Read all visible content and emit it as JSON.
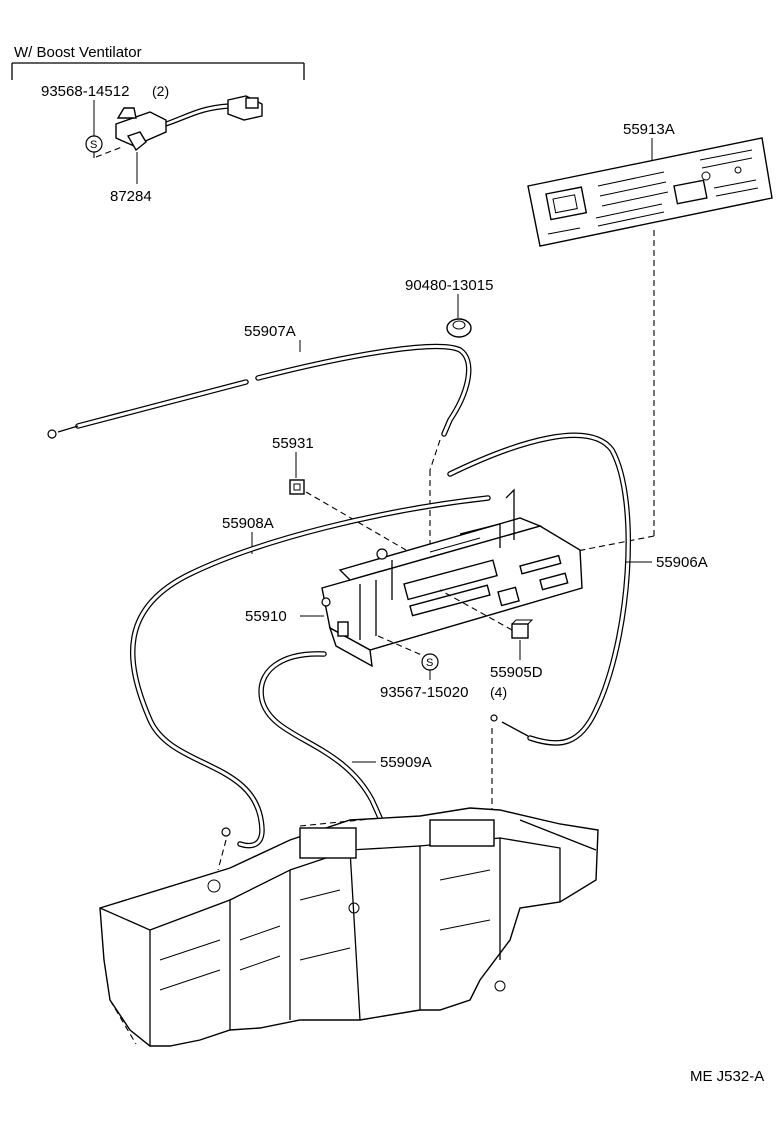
{
  "header": {
    "title": "W/ Boost Ventilator"
  },
  "parts": {
    "screw_boost": "93568-14512",
    "screw_boost_qty": "(2)",
    "boost_switch": "87284",
    "panel": "55913A",
    "knob": "90480-13015",
    "cable_a": "55907A",
    "clip": "55931",
    "cable_b": "55908A",
    "cable_c": "55906A",
    "control_unit": "55910",
    "knob_small": "55905D",
    "screw_unit": "93567-15020",
    "screw_unit_qty": "(4)",
    "cable_d": "55909A"
  },
  "symbols": {
    "screw_symbol": "S"
  },
  "footer": {
    "code": "ME J532-A"
  }
}
